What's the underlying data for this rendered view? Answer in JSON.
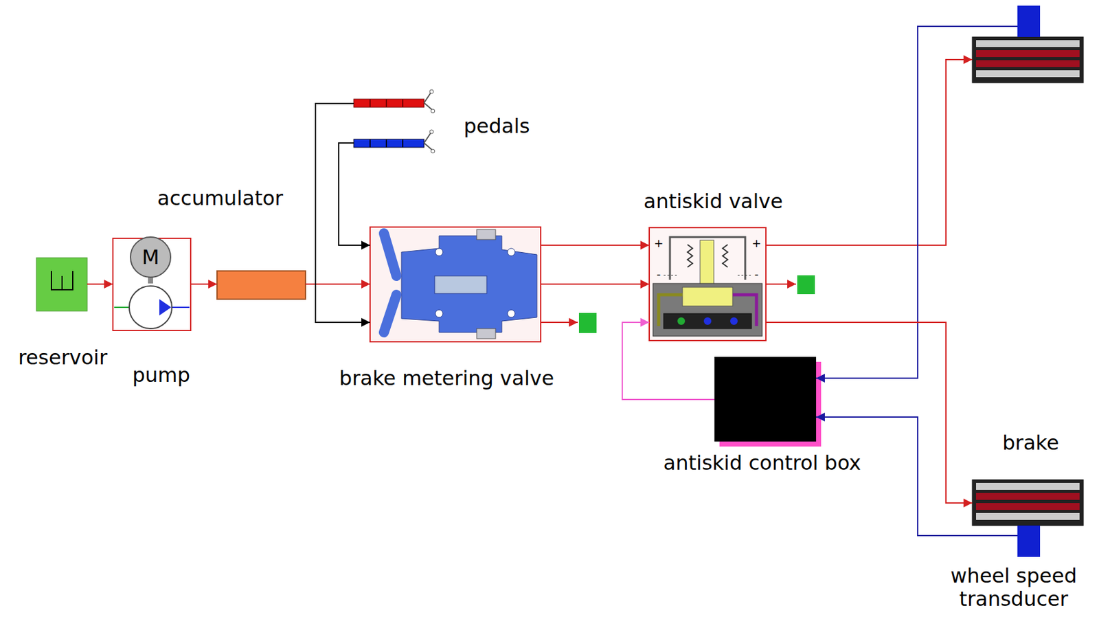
{
  "diagram": {
    "nodes": [
      {
        "text": [
          "reservoir"
        ]
      },
      {
        "text": [
          "pump"
        ]
      },
      {
        "text": [
          "accumulator"
        ]
      },
      {
        "text": [
          "pedals"
        ]
      },
      {
        "text": [
          "brake metering valve"
        ]
      },
      {
        "text": [
          "antiskid valve"
        ]
      },
      {
        "text": [
          "antiskid control box"
        ]
      },
      {
        "text": [
          "brake"
        ]
      },
      {
        "text": [
          "wheel speed transducer"
        ]
      }
    ],
    "edges": [
      {
        "from": 0,
        "to": 1,
        "arrow": "to"
      },
      {
        "from": 1,
        "to": 2,
        "arrow": "to"
      },
      {
        "from": 2,
        "to": 4,
        "arrow": "to"
      },
      {
        "from": 3,
        "to": 4,
        "arrow": "to"
      },
      {
        "from": 3,
        "to": 4,
        "arrow": "to"
      },
      {
        "from": 4,
        "to": 5,
        "arrow": "to"
      },
      {
        "from": 4,
        "to": 5,
        "arrow": "to"
      },
      {
        "from": 5,
        "to": 7,
        "arrow": "to"
      },
      {
        "from": 6,
        "to": 5,
        "arrow": "to"
      },
      {
        "from": 8,
        "to": 6,
        "arrow": "to"
      }
    ],
    "labels": [
      "M",
      "+",
      "+",
      "-",
      "-"
    ]
  }
}
